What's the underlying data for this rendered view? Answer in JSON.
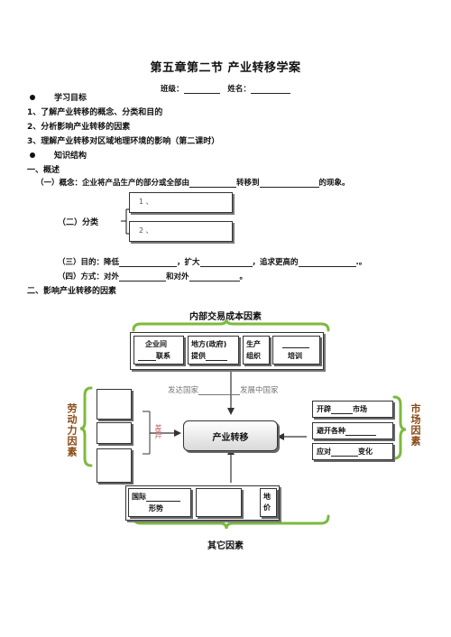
{
  "title": "第五章第二节  产业转移学案",
  "class_label": "班级：",
  "name_label": "姓名：",
  "goals_heading": "学习目标",
  "goals": [
    "1、了解产业转移的概念、分类和目的",
    "2、分析影响产业转移的因素",
    "3、理解产业转移对区域地理环境的影响（第二课时）"
  ],
  "structure_heading": "知识结构",
  "section1": "一、概述",
  "concept_pre": "（一）概念：企业将产品生产的部分或全部由",
  "concept_mid": "转移到",
  "concept_post": "的现象。",
  "classify_label": "（二）分类",
  "classify_item1": "1 、",
  "classify_item2": "2 、",
  "purpose_pre": "（三）目的：降低",
  "purpose_mid1": "，扩大",
  "purpose_mid2": "，追求更高的",
  "purpose_post": ".。",
  "method_pre": "（四）方式：对外",
  "method_mid": "和对外",
  "method_post": "。",
  "section2": "二、影响产业转移的因素",
  "diagram": {
    "top_title": "内部交易成本因素",
    "top_cells": [
      {
        "line1": "企业间",
        "line2": "联系"
      },
      {
        "line1": "地方(政府)",
        "line2": "提供"
      },
      {
        "line1": "生产",
        "line2": "组织"
      },
      {
        "line1": "",
        "line2": "培训"
      }
    ],
    "left_label": "劳动力因素",
    "right_label": "市场因素",
    "developed": "发达国家",
    "developing": "发展中国家",
    "difference": "差异",
    "center": "产业转移",
    "right_cells": [
      "开辟",
      "市场",
      "避开各种",
      "应对",
      "变化"
    ],
    "bottom_cells": [
      {
        "line1": "国际",
        "line2": "形势"
      },
      {
        "line1": "",
        "line2": ""
      },
      {
        "line1": "地",
        "line2": "价"
      }
    ],
    "bottom_title": "其它因素"
  }
}
